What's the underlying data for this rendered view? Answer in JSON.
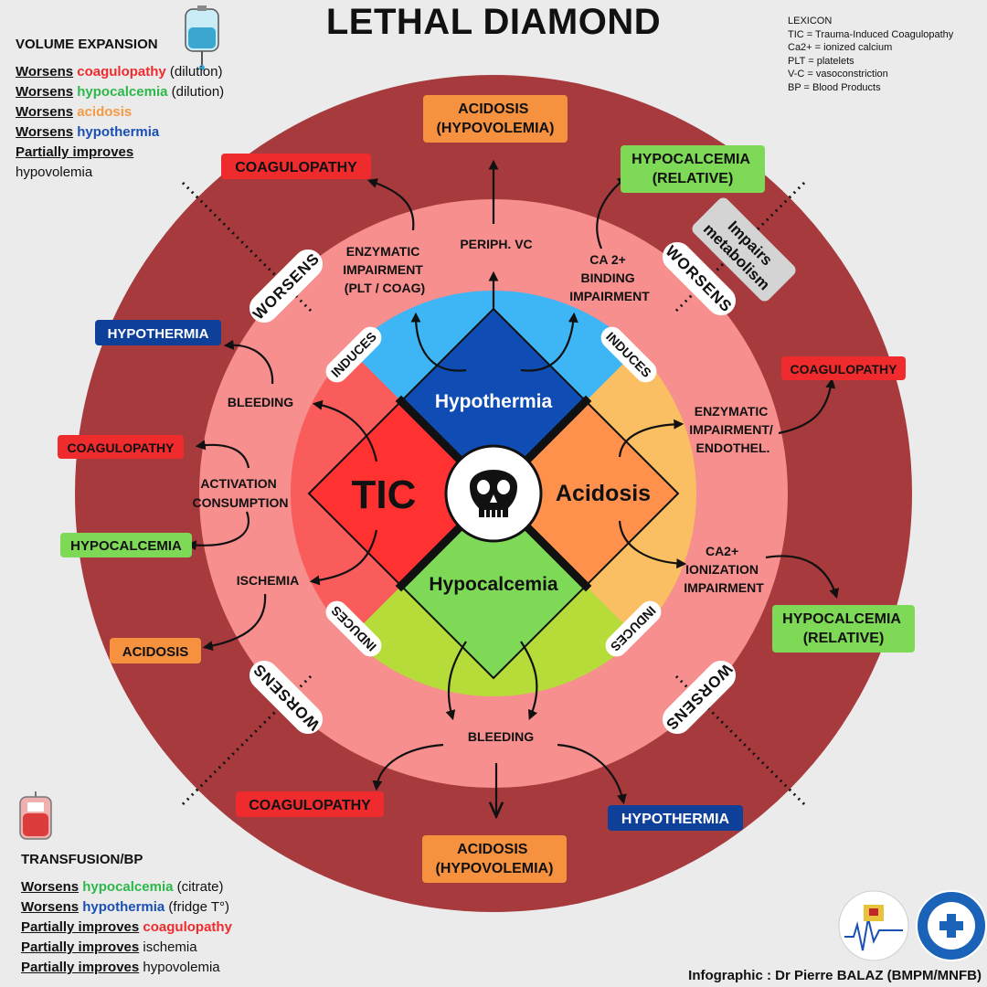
{
  "title": "LETHAL DIAMOND",
  "lexicon": {
    "heading": "LEXICON",
    "items": [
      "TIC = Trauma-Induced Coagulopathy",
      "Ca2+ = ionized calcium",
      "PLT = platelets",
      "V-C = vasoconstriction",
      "BP = Blood Products"
    ]
  },
  "volume_expansion": {
    "heading": "VOLUME EXPANSION",
    "lines": [
      {
        "verb": "Worsens",
        "term": "coagulopathy",
        "tail": " (dilution)"
      },
      {
        "verb": "Worsens",
        "term": "hypocalcemia",
        "tail": " (dilution)"
      },
      {
        "verb": "Worsens",
        "term": "acidosis",
        "tail": ""
      },
      {
        "verb": "Worsens",
        "term": "hypothermia",
        "tail": ""
      },
      {
        "verb": "Partially improves",
        "term": "",
        "tail": ""
      },
      {
        "verb": "",
        "term": "",
        "tail": "hypovolemia"
      }
    ]
  },
  "transfusion": {
    "heading": "TRANSFUSION/BP",
    "lines": [
      {
        "verb": "Worsens",
        "term": "hypocalcemia",
        "tail": " (citrate)"
      },
      {
        "verb": "Worsens",
        "term": "hypothermia",
        "tail": " (fridge T°)"
      },
      {
        "verb": "Partially improves",
        "term": "coagulopathy",
        "tail": ""
      },
      {
        "verb": "Partially improves",
        "term": "",
        "tail": " ischemia"
      },
      {
        "verb": "Partially improves",
        "term": "",
        "tail": " hypovolemia"
      }
    ]
  },
  "diamond": {
    "top": "Hypothermia",
    "left": "TIC",
    "right": "Acidosis",
    "bottom": "Hypocalcemia"
  },
  "ring_words": {
    "worsens": "WORSENS",
    "induces": "INDUCES",
    "impairs": [
      "Impairs",
      "metabolism"
    ]
  },
  "mechanisms": {
    "enzymatic_plt": [
      "ENZYMATIC",
      "IMPAIRMENT",
      "(PLT / COAG)"
    ],
    "periph_vc": [
      "PERIPH. VC"
    ],
    "ca_binding": [
      "CA 2+",
      "BINDING",
      "IMPAIRMENT"
    ],
    "bleeding_left": [
      "BLEEDING"
    ],
    "activation": [
      "ACTIVATION",
      "CONSUMPTION"
    ],
    "ischemia": [
      "ISCHEMIA"
    ],
    "enzymatic_endothel": [
      "ENZYMATIC",
      "IMPAIRMENT/",
      "ENDOTHEL."
    ],
    "ca_ionization": [
      "CA2+",
      "IONIZATION",
      "IMPAIRMENT"
    ],
    "bleeding_bottom": [
      "BLEEDING"
    ]
  },
  "outcomes": {
    "acidosis_top": [
      "ACIDOSIS",
      "(HYPOVOLEMIA)"
    ],
    "coag_top_left": [
      "COAGULOPATHY"
    ],
    "hypocal_top_right": [
      "HYPOCALCEMIA",
      "(RELATIVE)"
    ],
    "hypothermia_left": [
      "HYPOTHERMIA"
    ],
    "coag_left": [
      "COAGULOPATHY"
    ],
    "hypocal_left": [
      "HYPOCALCEMIA"
    ],
    "acidosis_left": [
      "ACIDOSIS"
    ],
    "coag_right": [
      "COAGULOPATHY"
    ],
    "hypocal_right": [
      "HYPOCALCEMIA",
      "(RELATIVE)"
    ],
    "coag_bottom": [
      "COAGULOPATHY"
    ],
    "hypothermia_bottom": [
      "HYPOTHERMIA"
    ],
    "acidosis_bottom": [
      "ACIDOSIS",
      "(HYPOVOLEMIA)"
    ]
  },
  "credit": "Infographic : Dr Pierre BALAZ (BMPM/MNFB)",
  "colors": {
    "outer_ring": "#a63a3c",
    "mid_ring": "#f68f8e",
    "top_quadrant": "#3eb5f5",
    "right_quadrant": "#fbbf63",
    "bottom_quadrant": "#b6dc3a",
    "left_quadrant": "#fa5c5c",
    "hypothermia_tile": "#0f4db5",
    "tic_tile": "#ff3131",
    "acidosis_tile": "#ff914d",
    "hypocalcemia_tile": "#7ed957",
    "coag_box": "#ef2b2d",
    "hypocal_box": "#7ed957",
    "acidosis_box": "#f5913f",
    "hypothermia_box": "#0f4099"
  }
}
